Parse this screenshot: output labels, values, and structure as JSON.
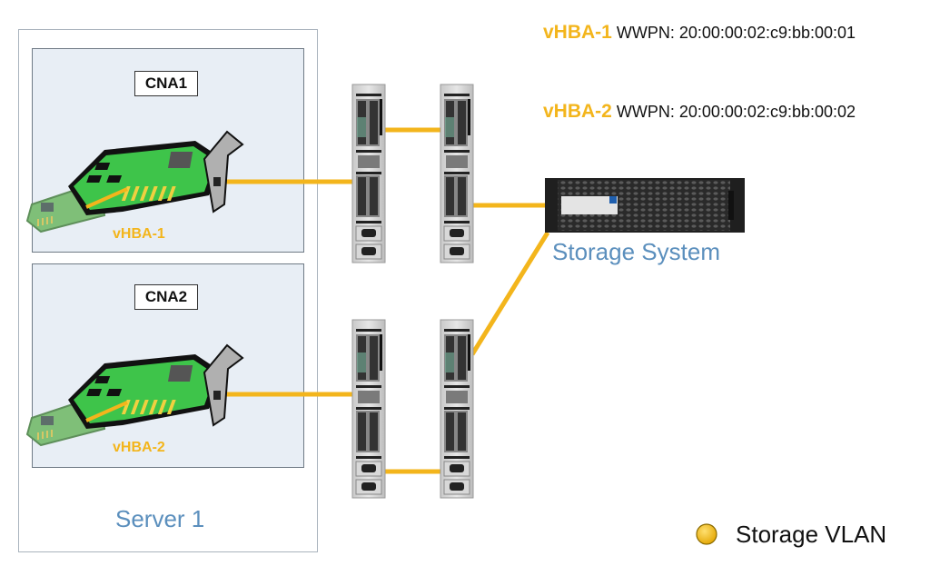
{
  "server": {
    "label": "Server 1",
    "cnas": [
      {
        "label": "CNA1",
        "vhba": "vHBA-1"
      },
      {
        "label": "CNA2",
        "vhba": "vHBA-2"
      }
    ]
  },
  "storage": {
    "label": "Storage System"
  },
  "wwpns": [
    {
      "vhba": "vHBA-1",
      "text": "WWPN: 20:00:00:02:c9:bb:00:01"
    },
    {
      "vhba": "vHBA-2",
      "text": "WWPN: 20:00:00:02:c9:bb:00:02"
    }
  ],
  "legend": {
    "label": "Storage VLAN",
    "color": "#f3b51c"
  },
  "colors": {
    "link": "#f3b51c",
    "label_blue": "#5b8fbd",
    "card_green": "#3ec44a"
  }
}
